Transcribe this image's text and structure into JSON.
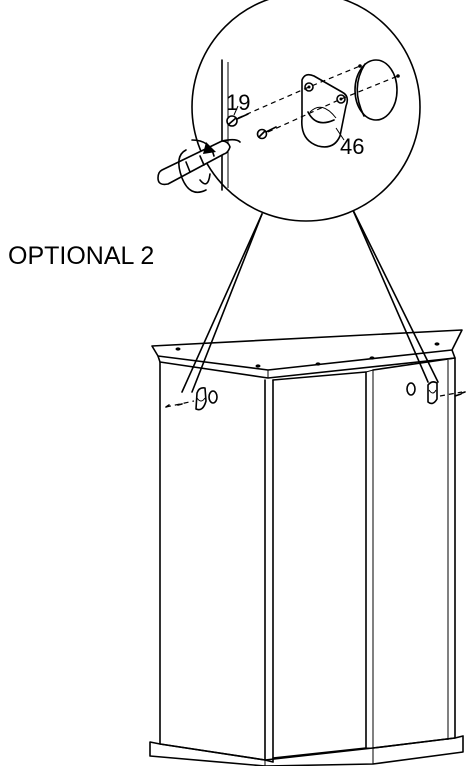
{
  "labels": {
    "section": "OPTIONAL 2",
    "part_screw": "19",
    "part_bracket": "46"
  },
  "icons": {
    "screwdriver": "screwdriver-icon",
    "rotation": "rotation-arrow-icon",
    "magnifier": "detail-magnifier-icon"
  },
  "colors": {
    "ink": "#000000",
    "paper": "#ffffff"
  }
}
